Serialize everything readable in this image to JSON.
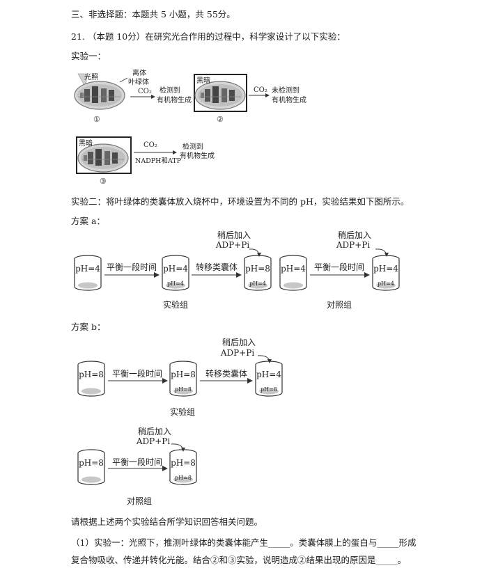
{
  "section_heading": "三、非选择题：本题共 5 小题，共 55分。",
  "question_intro": "21. （本题 10分）在研究光合作用的过程中，科学家设计了以下实验：",
  "exp1": {
    "title": "实验一：",
    "light": "光照",
    "isolated_line1": "离体",
    "isolated_line2": "叶绿体",
    "co2": "CO₂",
    "detected_line1": "检测到",
    "detected_line2": "有机物生成",
    "dark": "黑暗",
    "not_detected_line1": "未检测到",
    "not_detected_line2": "有机物生成",
    "nadph_atp": "NADPH和ATP",
    "label1": "①",
    "label2": "②",
    "label3": "③"
  },
  "exp2_intro": "实验二：将叶绿体的类囊体放入烧杯中，环境设置为不同的 pH，实验结果如下图所示。",
  "scheme_a": {
    "title": "方案 a：",
    "ph4": "pH=4",
    "ph8": "pH=8",
    "small_ph4": "pH=4",
    "balance": "平衡一段时间",
    "transfer": "转移类囊体",
    "later_add": "稍后加入",
    "adp_pi": "ADP+Pi",
    "exp_group": "实验组",
    "ctrl_group": "对照组"
  },
  "scheme_b": {
    "title": "方案 b：",
    "ph8": "pH=8",
    "ph4": "pH=4",
    "small_ph8": "pH=8",
    "balance": "平衡一段时间",
    "transfer": "转移类囊体",
    "later_add": "稍后加入",
    "adp_pi": "ADP+Pi",
    "exp_group": "实验组",
    "ctrl_group": "对照组"
  },
  "answer_prompt": "请根据上述两个实验结合所学知识回答相关问题。",
  "q1_line1": "（1）实验一：光照下，推测叶绿体的类囊体能产生_____。类囊体膜上的蛋白与_____形成",
  "q1_line2": "复合物吸收、传递并转化光能。结合②和③实验，说明造成②结果出现的原因是_____。"
}
